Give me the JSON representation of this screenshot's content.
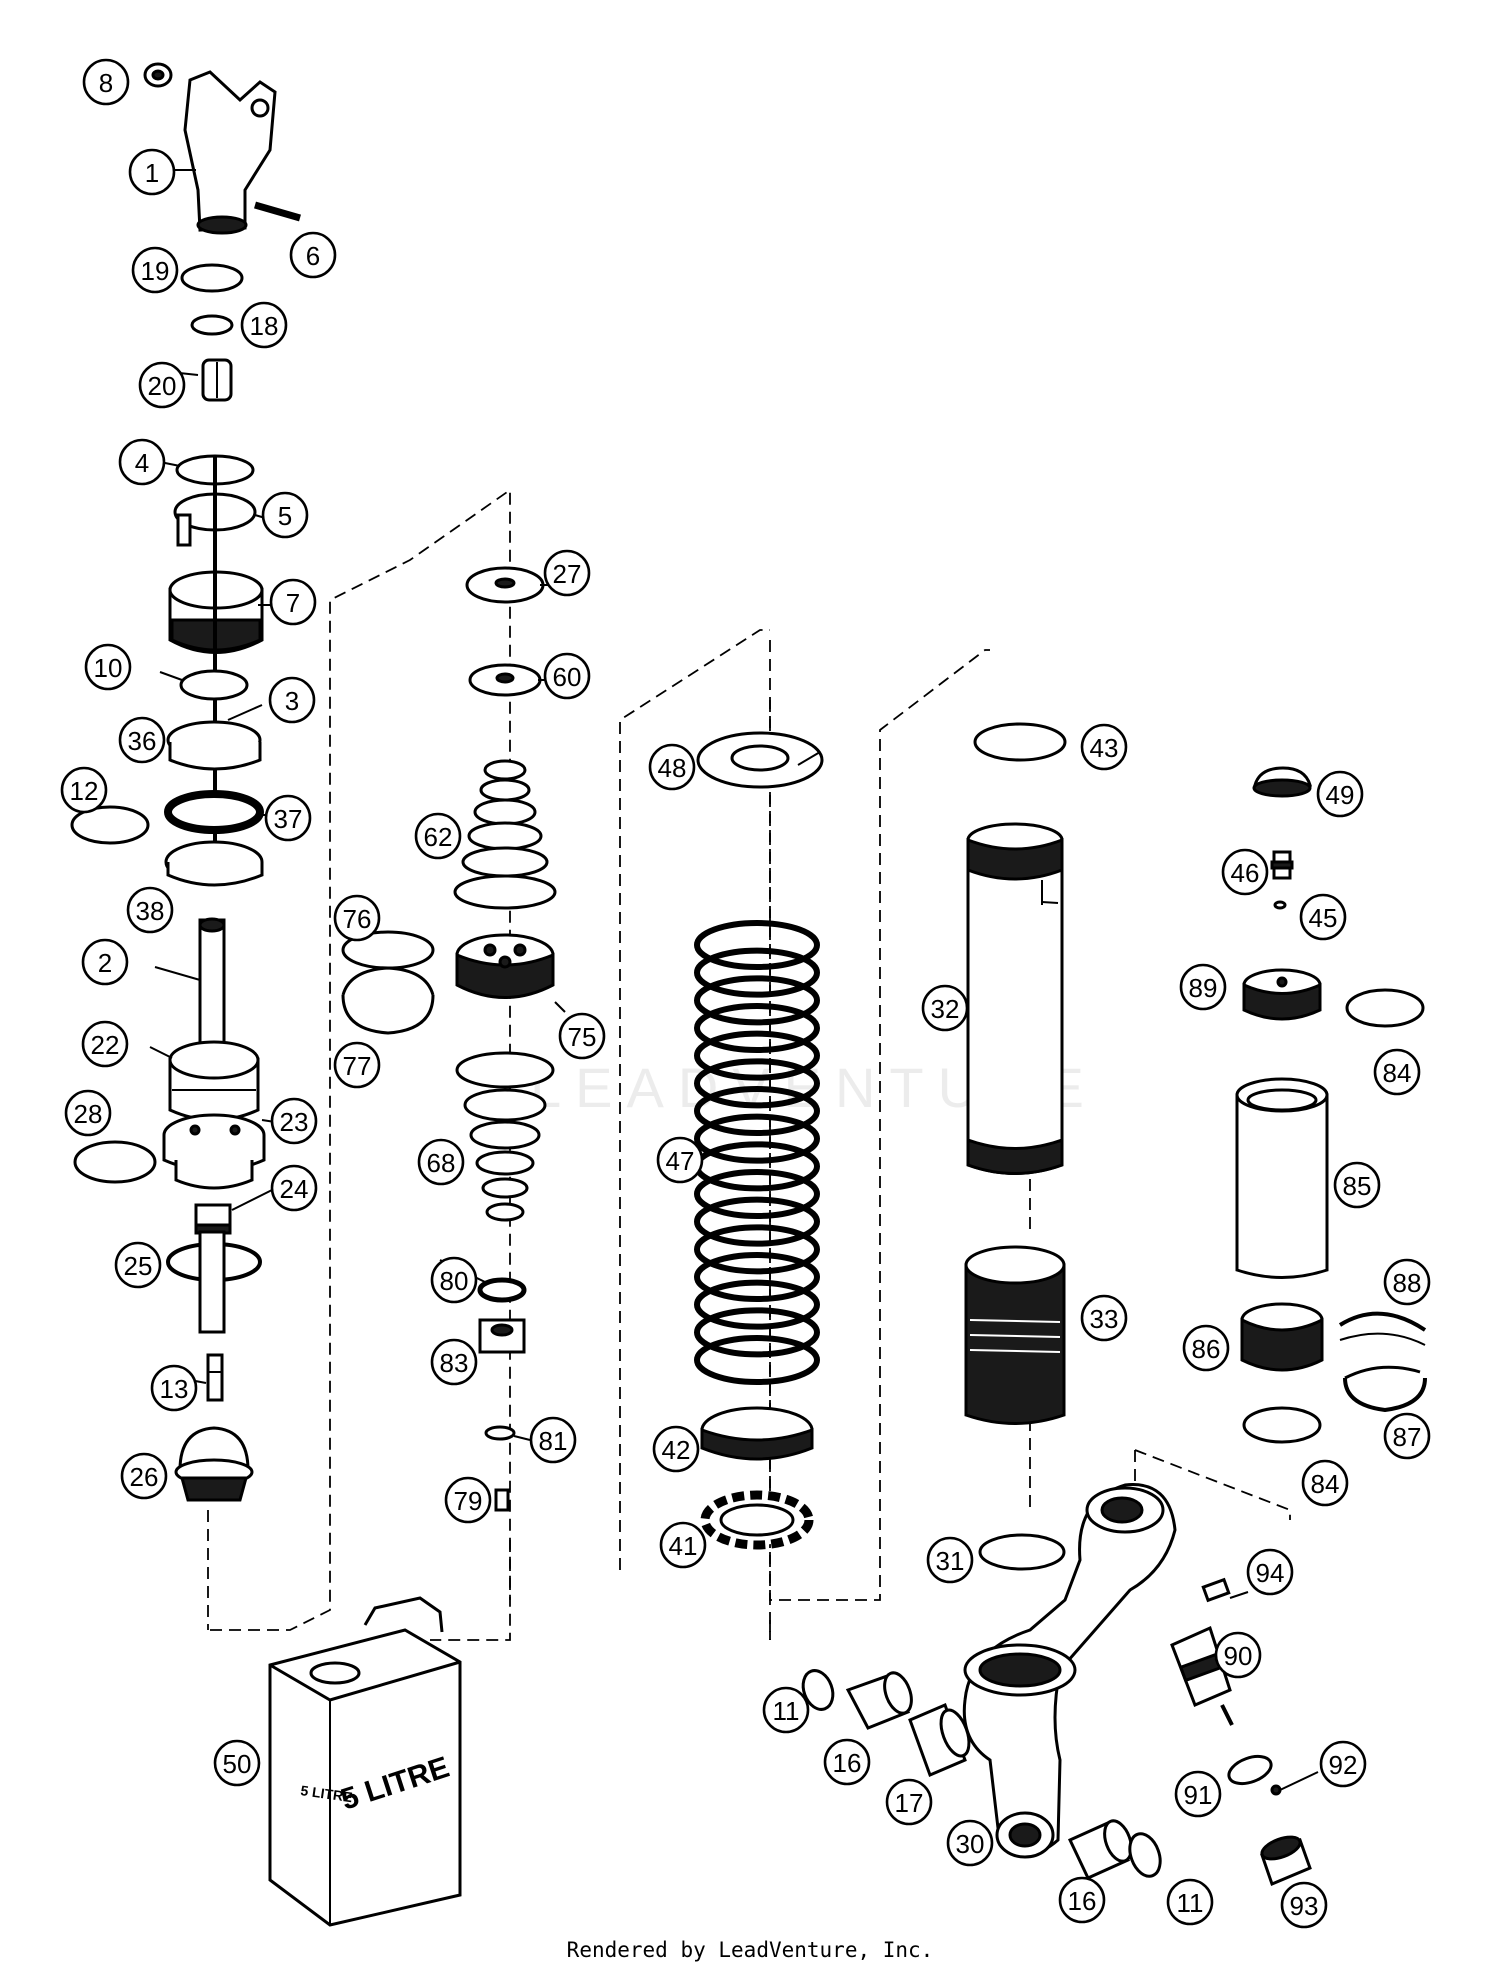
{
  "diagram": {
    "footer": "Rendered by LeadVenture, Inc.",
    "watermark": "LEADVENTURE",
    "container_labels": {
      "front_small": "5 LITRE",
      "front_large": "5 LITRE"
    },
    "callouts": [
      {
        "id": "8"
      },
      {
        "id": "1"
      },
      {
        "id": "6"
      },
      {
        "id": "19"
      },
      {
        "id": "18"
      },
      {
        "id": "20"
      },
      {
        "id": "4"
      },
      {
        "id": "5"
      },
      {
        "id": "7"
      },
      {
        "id": "10"
      },
      {
        "id": "3"
      },
      {
        "id": "36"
      },
      {
        "id": "12"
      },
      {
        "id": "37"
      },
      {
        "id": "38"
      },
      {
        "id": "2"
      },
      {
        "id": "22"
      },
      {
        "id": "28"
      },
      {
        "id": "23"
      },
      {
        "id": "24"
      },
      {
        "id": "25"
      },
      {
        "id": "13"
      },
      {
        "id": "26"
      },
      {
        "id": "27"
      },
      {
        "id": "60"
      },
      {
        "id": "62"
      },
      {
        "id": "76"
      },
      {
        "id": "77"
      },
      {
        "id": "75"
      },
      {
        "id": "68"
      },
      {
        "id": "80"
      },
      {
        "id": "83"
      },
      {
        "id": "81"
      },
      {
        "id": "79"
      },
      {
        "id": "48"
      },
      {
        "id": "47"
      },
      {
        "id": "42"
      },
      {
        "id": "41"
      },
      {
        "id": "43"
      },
      {
        "id": "32"
      },
      {
        "id": "33"
      },
      {
        "id": "31"
      },
      {
        "id": "49"
      },
      {
        "id": "46"
      },
      {
        "id": "45"
      },
      {
        "id": "89"
      },
      {
        "id": "84"
      },
      {
        "id": "85"
      },
      {
        "id": "88"
      },
      {
        "id": "86"
      },
      {
        "id": "87"
      },
      {
        "id": "84b"
      },
      {
        "id": "94"
      },
      {
        "id": "90"
      },
      {
        "id": "92"
      },
      {
        "id": "91"
      },
      {
        "id": "93"
      },
      {
        "id": "11"
      },
      {
        "id": "16"
      },
      {
        "id": "17"
      },
      {
        "id": "30"
      },
      {
        "id": "16b"
      },
      {
        "id": "11b"
      },
      {
        "id": "50"
      }
    ],
    "labels": {
      "8": "8",
      "1": "1",
      "6": "6",
      "19": "19",
      "18": "18",
      "20": "20",
      "4": "4",
      "5": "5",
      "7": "7",
      "10": "10",
      "3": "3",
      "36": "36",
      "12": "12",
      "37": "37",
      "38": "38",
      "2": "2",
      "22": "22",
      "28": "28",
      "23": "23",
      "24": "24",
      "25": "25",
      "13": "13",
      "26": "26",
      "27": "27",
      "60": "60",
      "62": "62",
      "76": "76",
      "77": "77",
      "75": "75",
      "68": "68",
      "80": "80",
      "83": "83",
      "81": "81",
      "79": "79",
      "48": "48",
      "47": "47",
      "42": "42",
      "41": "41",
      "43": "43",
      "32": "32",
      "33": "33",
      "31": "31",
      "49": "49",
      "46": "46",
      "45": "45",
      "89": "89",
      "84": "84",
      "85": "85",
      "88": "88",
      "86": "86",
      "87": "87",
      "84b": "84",
      "94": "94",
      "90": "90",
      "92": "92",
      "91": "91",
      "93": "93",
      "11": "11",
      "16": "16",
      "17": "17",
      "30": "30",
      "16b": "16",
      "11b": "11",
      "50": "50"
    },
    "colors": {
      "ink": "#000000",
      "paper": "#ffffff",
      "watermark": "#ececec"
    }
  }
}
